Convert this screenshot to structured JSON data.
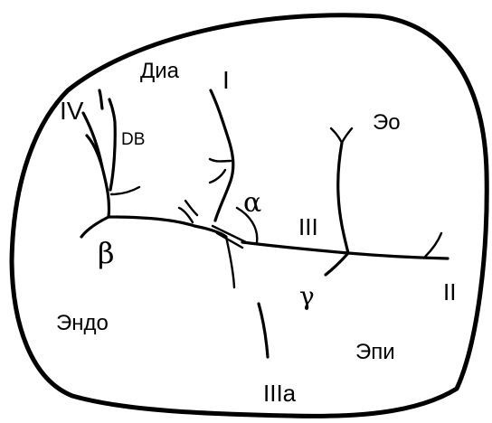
{
  "diagram": {
    "region_labels": {
      "dia": "Диа",
      "eo": "Эо",
      "endo": "Эндо",
      "epi": "Эпи",
      "db": "DB"
    },
    "branch_labels": {
      "i": "I",
      "ii": "II",
      "iii": "III",
      "iiia": "IIIa",
      "iv": "IV"
    },
    "angle_labels": {
      "alpha": "α",
      "beta": "β",
      "gamma": "γ"
    },
    "colors": {
      "ink": "#000000",
      "background": "#ffffff"
    }
  }
}
